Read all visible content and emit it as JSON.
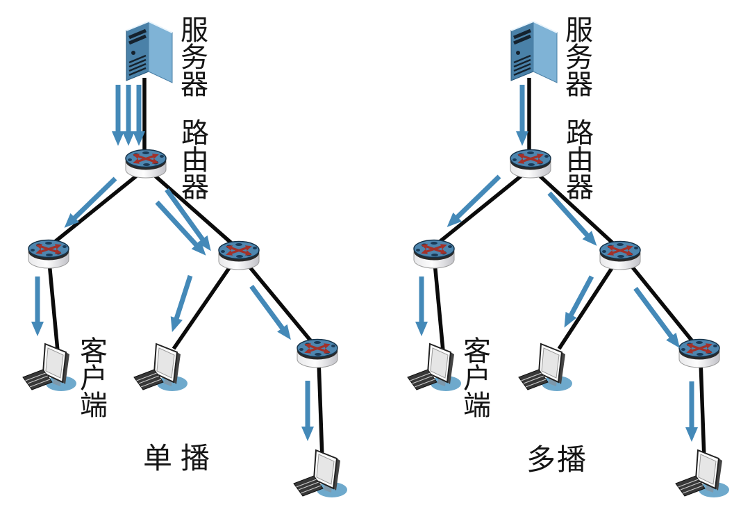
{
  "unicast": {
    "caption": "单播",
    "labels": {
      "server": "服务器",
      "router": "路由器",
      "client": "客户端"
    },
    "flow_arrow_counts": {
      "server_to_router": 3,
      "router_to_left_router": 1,
      "router_to_right_router": 2,
      "left_router_to_client": 1,
      "right_router_to_client": 1,
      "right_router_to_far_router": 1,
      "far_router_to_client": 1
    },
    "node_counts": {
      "servers": 1,
      "routers": 4,
      "clients": 3
    }
  },
  "multicast": {
    "caption": "多播",
    "labels": {
      "server": "服务器",
      "router": "路由器",
      "client": "客户端"
    },
    "flow_arrow_counts": {
      "server_to_router": 1,
      "router_to_left_router": 1,
      "router_to_right_router": 1,
      "left_router_to_client": 1,
      "right_router_to_client": 1,
      "right_router_to_far_router": 1,
      "far_router_to_client": 1
    },
    "node_counts": {
      "servers": 1,
      "routers": 4,
      "clients": 3
    }
  },
  "icons": {
    "server": "server-tower-icon",
    "router": "router-cylinder-icon",
    "client": "desktop-computer-icon"
  },
  "colors": {
    "background": "#ffffff",
    "flow_arrow_blue": "#4489b8",
    "link_black": "#0b0b0b",
    "server_front_blue": "#4a81a8",
    "server_side_blue": "#7fb3d6",
    "router_top_blue": "#4e86af",
    "router_arrow_red": "#a33129",
    "client_shadow_blue": "#6ea9cc",
    "text": "#151515"
  }
}
